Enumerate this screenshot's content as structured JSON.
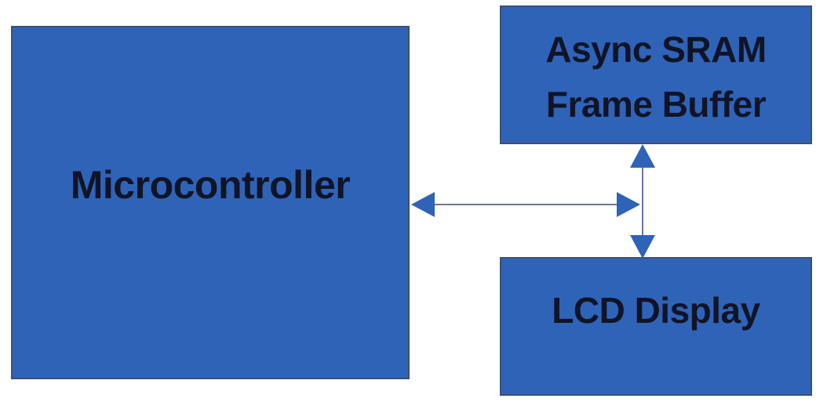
{
  "diagram": {
    "nodes": {
      "microcontroller": {
        "label": "Microcontroller"
      },
      "sram": {
        "label": "Async SRAM\nFrame Buffer"
      },
      "lcd": {
        "label": "LCD Display"
      }
    },
    "connections": [
      {
        "from": "microcontroller",
        "to": "memory-bus",
        "style": "double-headed-arrow",
        "orientation": "horizontal"
      },
      {
        "from": "sram",
        "to": "lcd",
        "style": "double-headed-arrow",
        "orientation": "vertical"
      }
    ],
    "colors": {
      "background": "#FFFFFF",
      "node_fill": "#2E63B8",
      "node_border": "#3E4E74",
      "node_text": "#101426",
      "arrow_line": "#6E74A0",
      "arrow_head": "#2E63B8"
    }
  }
}
